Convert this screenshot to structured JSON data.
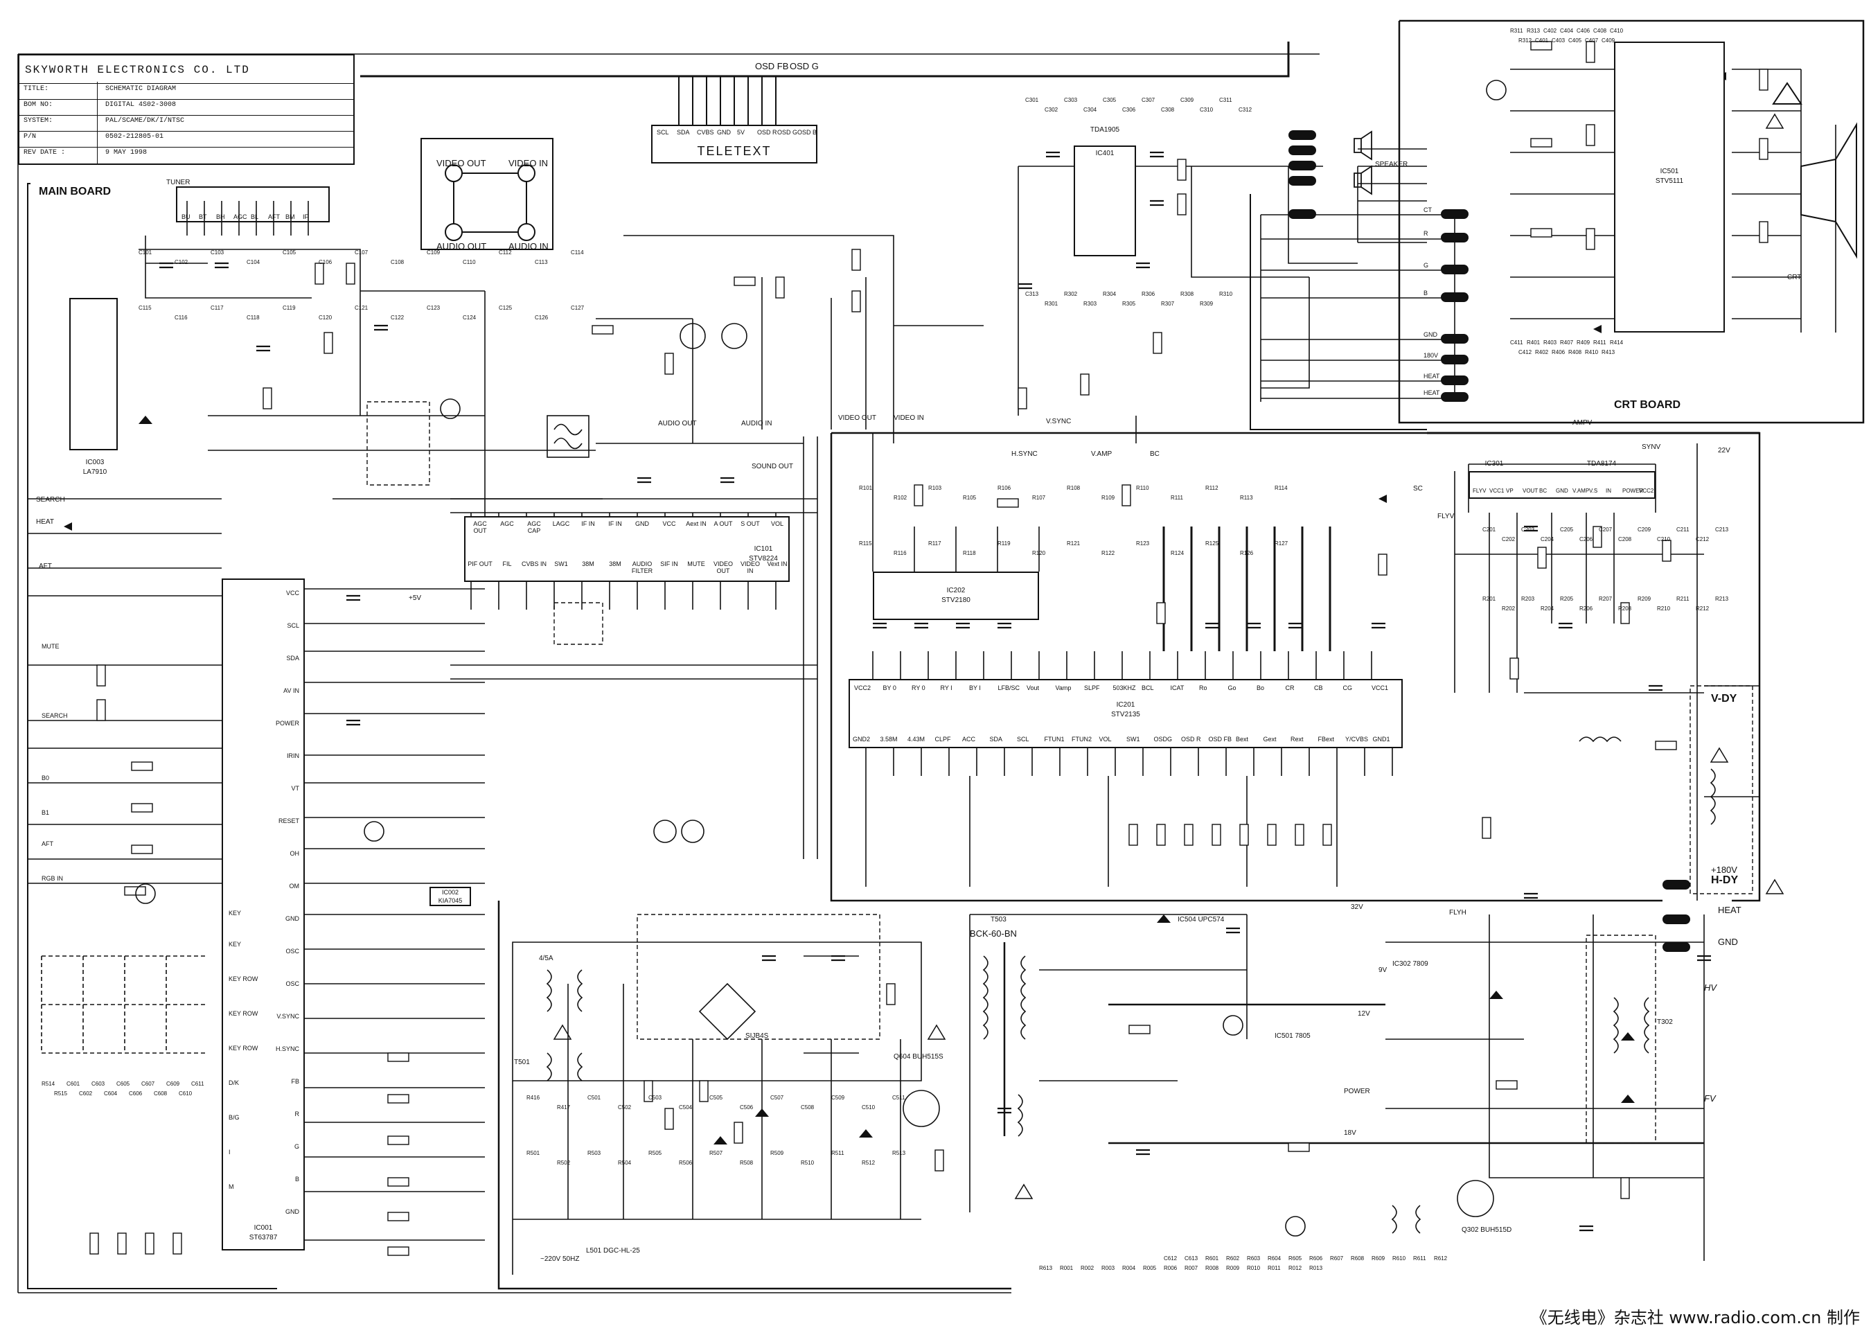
{
  "title_block": {
    "company": "SKYWORTH  ELECTRONICS  CO. LTD",
    "rows": [
      {
        "key": "TITLE:",
        "value": "SCHEMATIC  DIAGRAM"
      },
      {
        "key": "BOM  NO:",
        "value": "DIGITAL  4S02-3008"
      },
      {
        "key": "SYSTEM:",
        "value": "PAL/SCAME/DK/I/NTSC"
      },
      {
        "key": "P/N",
        "value": "0502-212805-01"
      },
      {
        "key": "REV  DATE :",
        "value": "9  MAY  1998"
      }
    ]
  },
  "sections": {
    "main_board": "MAIN BOARD",
    "crt_board": "CRT BOARD",
    "teletext": "TELETEXT",
    "tuner": "TUNER",
    "video_box": {
      "video_out_top": "VIDEO OUT",
      "video_in_top": "VIDEO IN",
      "audio_out": "AUDIO OUT",
      "audio_in": "AUDIO IN"
    },
    "osd_fb": "OSD FB",
    "osd_g": "OSD G",
    "v_dy": "V-DY",
    "h_dy": "H-DY",
    "flyback": "BCK-60-BN",
    "speaker": "SPEAKER",
    "crt": "CRT"
  },
  "teletext_pins": [
    "SCL",
    "SDA",
    "CVBS",
    "GND",
    "5V",
    "OSD R",
    "OSD G",
    "OSD B"
  ],
  "tuner_pins": [
    "BU",
    "BT",
    "BH",
    "AGC",
    "BL",
    "AFT",
    "BM",
    "IF"
  ],
  "chips": [
    {
      "id": "ic003",
      "name": "IC003",
      "part": "LA7910"
    },
    {
      "id": "ic101",
      "name": "IC101",
      "part": "STV8224"
    },
    {
      "id": "ic201",
      "name": "IC201",
      "part": "STV2135"
    },
    {
      "id": "ic202",
      "name": "IC202",
      "part": "STV2180"
    },
    {
      "id": "ic401",
      "name": "IC401",
      "part": "TDA1905"
    },
    {
      "id": "ic501",
      "name": "IC501",
      "part": "STV5111"
    },
    {
      "id": "ic301",
      "name": "IC301",
      "part": "TDA8174"
    },
    {
      "id": "ic001",
      "name": "IC001",
      "part": "ST63787"
    },
    {
      "id": "ic002",
      "name": "IC002",
      "part": "KIA7045"
    }
  ],
  "ic101_pins": [
    "AGC OUT",
    "AGC",
    "AGC CAP",
    "LAGC",
    "IF IN",
    "IF IN",
    "GND",
    "VCC",
    "Aext IN",
    "A OUT",
    "S OUT",
    "VOL"
  ],
  "ic101_bottom_pins": [
    "PIF OUT",
    "FIL",
    "CVBS IN",
    "SW1",
    "38M",
    "38M",
    "AUDIO FILTER",
    "SIF IN",
    "MUTE",
    "VIDEO OUT",
    "VIDEO IN",
    "Vext IN"
  ],
  "ic201_top_pins": [
    "VCC2",
    "BY 0",
    "RY 0",
    "RY I",
    "BY I",
    "LFB/SC",
    "Vout",
    "Vamp",
    "SLPF",
    "503KHZ",
    "BCL",
    "ICAT",
    "Ro",
    "Go",
    "Bo",
    "CR",
    "CB",
    "CG",
    "VCC1"
  ],
  "ic201_bottom_pins": [
    "GND2",
    "3.58M",
    "4.43M",
    "CLPF",
    "ACC",
    "SDA",
    "SCL",
    "FTUN1",
    "FTUN2",
    "VOL",
    "SW1",
    "OSDG",
    "OSD R",
    "OSD FB",
    "Bext",
    "Gext",
    "Rext",
    "FBext",
    "Y/CVBS",
    "GND1"
  ],
  "ic001_pins": [
    "VCC",
    "SCL",
    "SDA",
    "AV IN",
    "POWER",
    "IRIN",
    "VT",
    "RESET",
    "OH",
    "OM",
    "GND",
    "OSC",
    "OSC",
    "V.SYNC",
    "H.SYNC",
    "FB",
    "R",
    "G",
    "B",
    "GND"
  ],
  "ic001_left_pins": [
    "MUTE",
    "SEARCH",
    "B0",
    "B1",
    "AFT",
    "RGB IN",
    "KEY",
    "KEY",
    "KEY ROW",
    "KEY ROW",
    "KEY ROW",
    "D/K",
    "B/G",
    "I",
    "M"
  ],
  "ic301_pins": [
    "FLYV",
    "VCC1",
    "VP",
    "VOUT",
    "BC",
    "GND",
    "V.AMP",
    "V.S",
    "IN",
    "POWER",
    "VCC2"
  ],
  "signals": {
    "h_sync": "H.SYNC",
    "v_sync": "V.SYNC",
    "v_amp": "V.AMP",
    "bc": "BC",
    "flyh": "FLYH",
    "flyv": "FLYV",
    "sc": "SC",
    "ampv": "AMPV",
    "power": "POWER",
    "heat": "HEAT",
    "gnd": "GND",
    "hv": "HV",
    "fv": "FV",
    "synv": "SYNV",
    "plus180": "+180V",
    "v22": "22V",
    "v9": "9V",
    "v12": "12V",
    "v18": "18V",
    "v32": "32V",
    "v5": "+5V",
    "search": "SEARCH",
    "heat_l": "HEAT",
    "aft": "AFT",
    "mute": "MUTE",
    "sound_out": "SOUND OUT",
    "video_out": "VIDEO OUT",
    "video_in": "VIDEO IN",
    "audio_in": "AUDIO IN",
    "audio_out": "AUDIO OUT"
  },
  "crt_connector": [
    "CT",
    "R",
    "G",
    "B",
    "GND",
    "180V",
    "HEAT",
    "HEAT"
  ],
  "power_notes": {
    "ac_in": "~220V  50HZ",
    "fuse": "4/5A",
    "bridge": "SIJB4S",
    "t501": "T501",
    "t302": "T302",
    "t503": "T503",
    "q604": "Q604 BUH515S",
    "q302": "Q302 BUH515D",
    "ic504": "IC504 UPC574",
    "ic501p": "IC501 7805",
    "ic302": "IC302 7809",
    "l501": "L501 DGC-HL-25"
  },
  "component_labels": [
    "C101",
    "C102",
    "C103",
    "C104",
    "C105",
    "C106",
    "C107",
    "C108",
    "C109",
    "C110",
    "C112",
    "C113",
    "C114",
    "C115",
    "C116",
    "C117",
    "C118",
    "C119",
    "C120",
    "C121",
    "C122",
    "C123",
    "C124",
    "C125",
    "C126",
    "C127",
    "R101",
    "R102",
    "R103",
    "R105",
    "R106",
    "R107",
    "R108",
    "R109",
    "R110",
    "R111",
    "R112",
    "R113",
    "R114",
    "R115",
    "R116",
    "R117",
    "R118",
    "R119",
    "R120",
    "R121",
    "R122",
    "R123",
    "R124",
    "R125",
    "R126",
    "R127",
    "C201",
    "C202",
    "C203",
    "C204",
    "C205",
    "C206",
    "C207",
    "C208",
    "C209",
    "C210",
    "C211",
    "C212",
    "C213",
    "R201",
    "R202",
    "R203",
    "R204",
    "R205",
    "R206",
    "R207",
    "R208",
    "R209",
    "R210",
    "R211",
    "R212",
    "R213",
    "C301",
    "C302",
    "C303",
    "C304",
    "C305",
    "C306",
    "C307",
    "C308",
    "C309",
    "C310",
    "C311",
    "C312",
    "C313",
    "R301",
    "R302",
    "R303",
    "R304",
    "R305",
    "R306",
    "R307",
    "R308",
    "R309",
    "R310",
    "R311",
    "R312",
    "R313",
    "C401",
    "C402",
    "C403",
    "C404",
    "C405",
    "C406",
    "C407",
    "C408",
    "C409",
    "C410",
    "C411",
    "C412",
    "R401",
    "R402",
    "R403",
    "R406",
    "R407",
    "R408",
    "R409",
    "R410",
    "R411",
    "R413",
    "R414",
    "R416",
    "R417",
    "C501",
    "C502",
    "C503",
    "C504",
    "C505",
    "C506",
    "C507",
    "C508",
    "C509",
    "C510",
    "C511",
    "R501",
    "R502",
    "R503",
    "R504",
    "R505",
    "R506",
    "R507",
    "R508",
    "R509",
    "R510",
    "R511",
    "R512",
    "R513",
    "R514",
    "R515",
    "C601",
    "C602",
    "C603",
    "C604",
    "C605",
    "C606",
    "C607",
    "C608",
    "C609",
    "C610",
    "C611",
    "C612",
    "C613",
    "R601",
    "R602",
    "R603",
    "R604",
    "R605",
    "R606",
    "R607",
    "R608",
    "R609",
    "R610",
    "R611",
    "R612",
    "R613",
    "R001",
    "R002",
    "R003",
    "R004",
    "R005",
    "R006",
    "R007",
    "R008",
    "R009",
    "R010",
    "R011",
    "R012",
    "R013"
  ],
  "footer": "《无线电》杂志社  www.radio.com.cn  制作"
}
